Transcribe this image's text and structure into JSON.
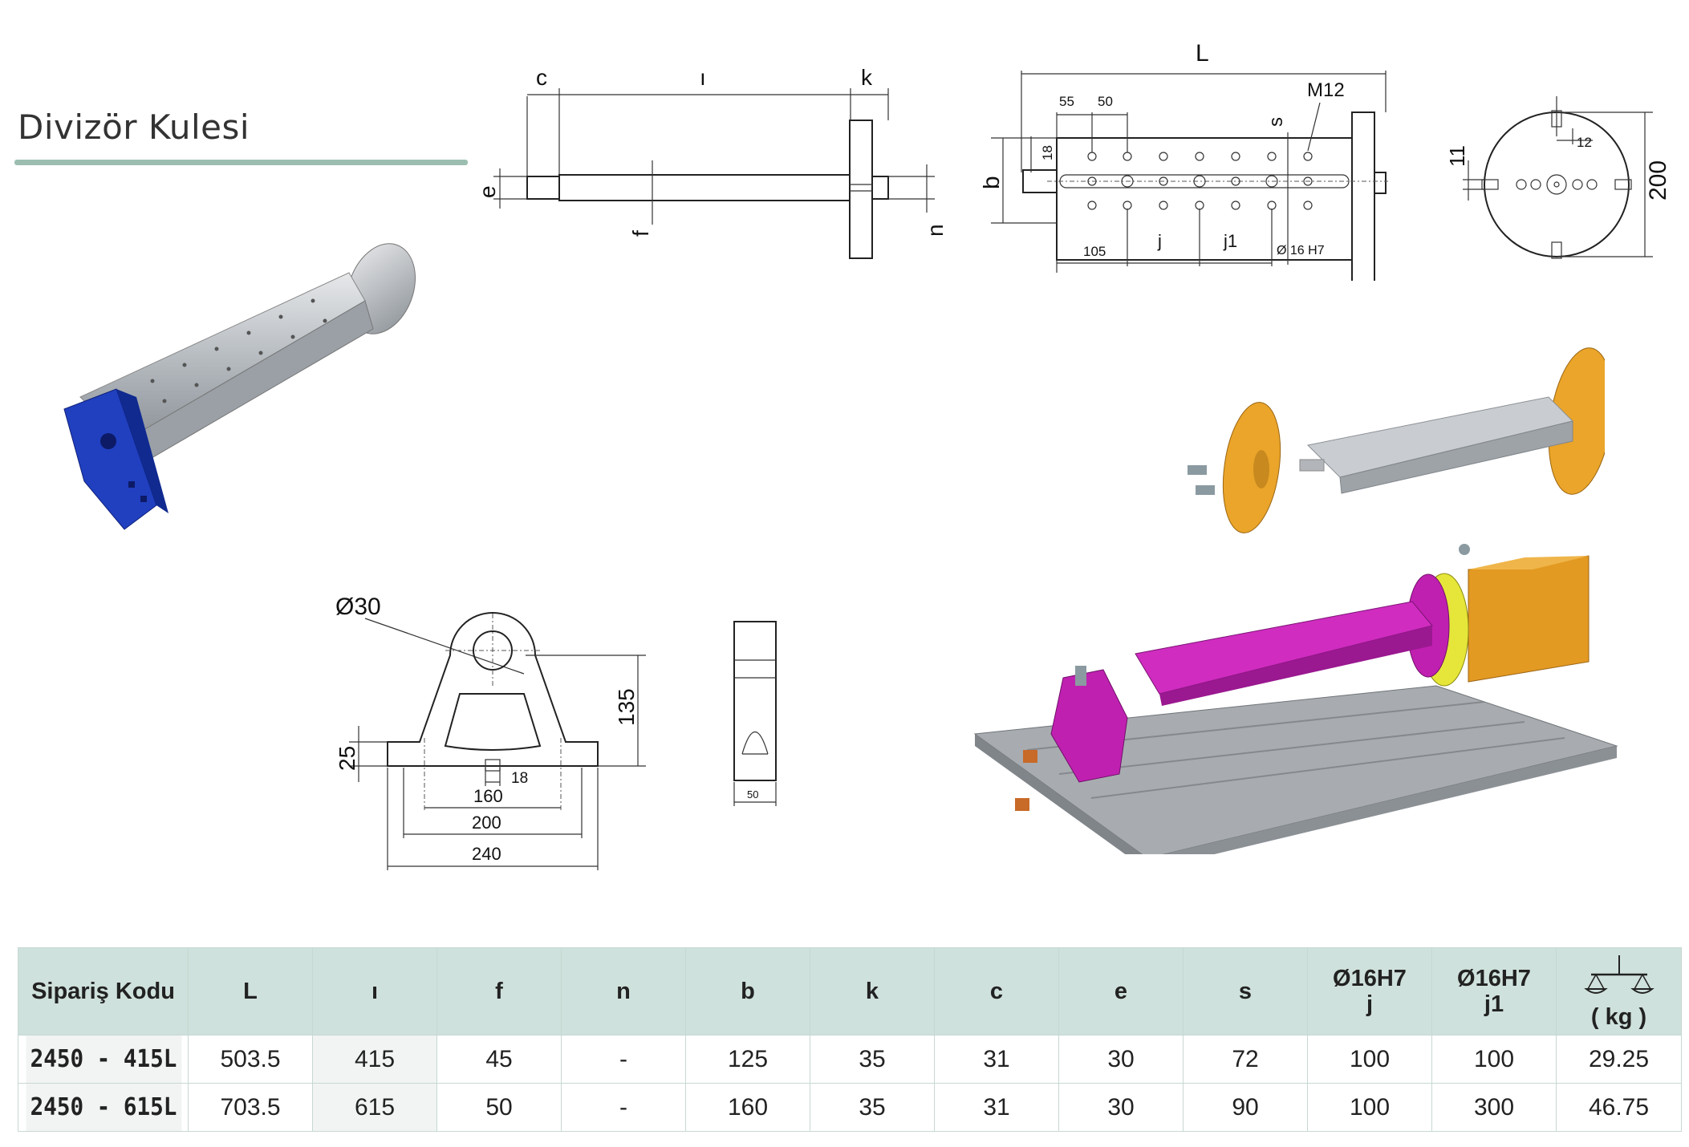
{
  "title": "Divizör Kulesi",
  "drawings": {
    "shaft": {
      "c": "c",
      "l": "ı",
      "k": "k",
      "e": "e",
      "f": "f",
      "n": "n"
    },
    "plate": {
      "L": "L",
      "b": "b",
      "s": "s",
      "M12": "M12",
      "d55": "55",
      "d50": "50",
      "d18": "18",
      "d105": "105",
      "j": "j",
      "j1": "j1",
      "hole": "Ø 16 H7"
    },
    "disc": {
      "d11": "11",
      "d12": "12",
      "d200": "200"
    },
    "bracket": {
      "dia": "Ø30",
      "h135": "135",
      "h25": "25",
      "d18": "18",
      "w160": "160",
      "w200": "200",
      "w240": "240"
    },
    "bracket_side": {
      "w50": "50"
    }
  },
  "colors": {
    "accent": "#9cbeb0",
    "header_bg": "#cfe1dc",
    "magenta": "#c020b0",
    "orange": "#e8a020",
    "blue": "#2040c0"
  },
  "table": {
    "headers": [
      {
        "line1": "Sipariş Kodu",
        "line2": ""
      },
      {
        "line1": "L",
        "line2": ""
      },
      {
        "line1": "ı",
        "line2": ""
      },
      {
        "line1": "f",
        "line2": ""
      },
      {
        "line1": "n",
        "line2": ""
      },
      {
        "line1": "b",
        "line2": ""
      },
      {
        "line1": "k",
        "line2": ""
      },
      {
        "line1": "c",
        "line2": ""
      },
      {
        "line1": "e",
        "line2": ""
      },
      {
        "line1": "s",
        "line2": ""
      },
      {
        "line1": "Ø16H7",
        "line2": "j"
      },
      {
        "line1": "Ø16H7",
        "line2": "j1"
      },
      {
        "line1": "",
        "line2": "( kg )",
        "icon": "scale-icon"
      }
    ],
    "rows": [
      [
        "2450 - 415L",
        "503.5",
        "415",
        "45",
        "-",
        "125",
        "35",
        "31",
        "30",
        "72",
        "100",
        "100",
        "29.25"
      ],
      [
        "2450 - 615L",
        "703.5",
        "615",
        "50",
        "-",
        "160",
        "35",
        "31",
        "30",
        "90",
        "100",
        "300",
        "46.75"
      ]
    ]
  }
}
